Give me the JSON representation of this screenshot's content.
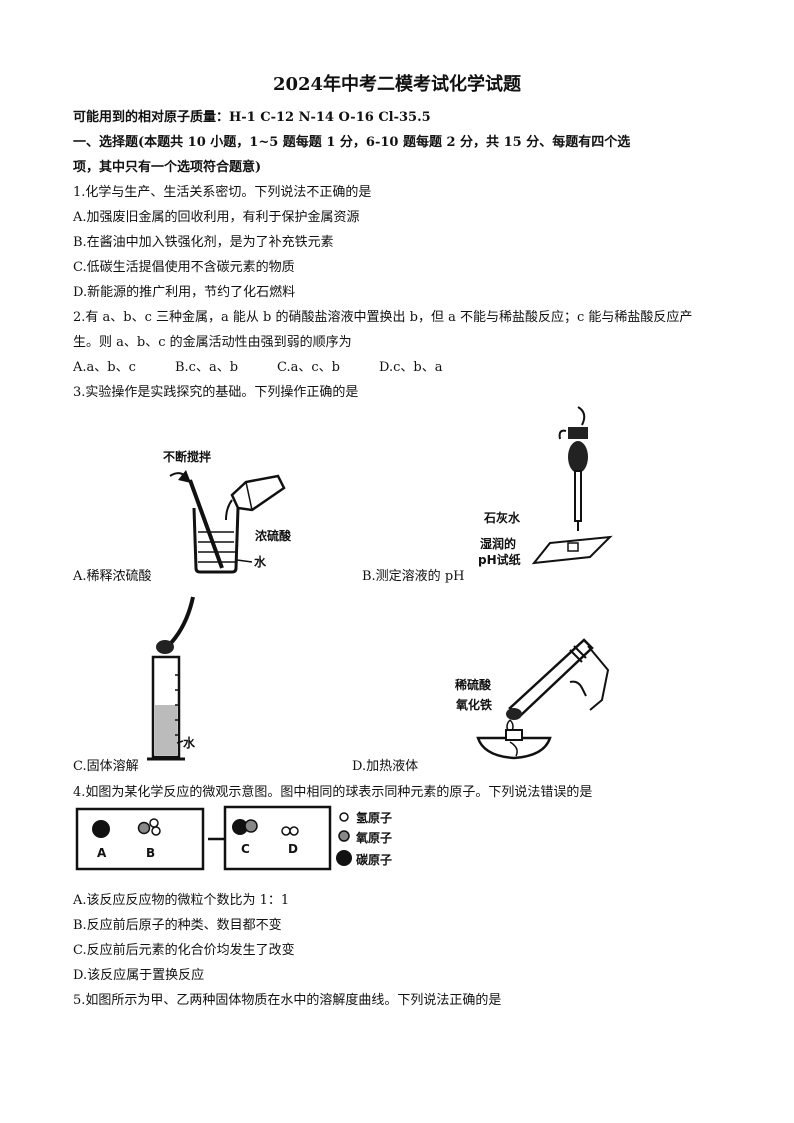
{
  "title": "2024年中考二模考试化学试题",
  "atomic_masses": "可能用到的相对原子质量：H-1    C-12    N-14    O-16    Cl-35.5",
  "section1": {
    "line1": "一、选择题(本题共 10 小题，1~5 题每题 1 分，6-10 题每题 2 分，共 15 分、每题有四个选",
    "line2": "项，其中只有一个选项符合题意)"
  },
  "q1": {
    "stem": "1.化学与生产、生活关系密切。下列说法不正确的是",
    "a": "A.加强废旧金属的回收利用，有利于保护金属资源",
    "b": "B.在酱油中加入铁强化剂，是为了补充铁元素",
    "c": "C.低碳生活提倡使用不含碳元素的物质",
    "d": "D.新能源的推广利用，节约了化石燃料"
  },
  "q2": {
    "stem1": "2.有 a、b、c 三种金属，a 能从 b 的硝酸盐溶液中置换出 b，但 a 不能与稀盐酸反应；c 能与稀盐酸反应产",
    "stem2": "生。则 a、b、c 的金属活动性由强到弱的顺序为",
    "a": "A.a、b、c",
    "b": "B.c、a、b",
    "c": "C.a、c、b",
    "d": "D.c、b、a"
  },
  "q3": {
    "stem": "3.实验操作是实践探究的基础。下列操作正确的是",
    "fig_a": {
      "label_stir": "不断搅拌",
      "label_acid": "浓硫酸",
      "label_water": "水",
      "caption": "A.稀释浓硫酸"
    },
    "fig_b": {
      "label_lime": "石灰水",
      "label_paper1": "湿润的",
      "label_paper2": "pH试纸",
      "caption": "B.测定溶液的 pH"
    },
    "fig_c": {
      "label_water": "水",
      "caption": "C.固体溶解"
    },
    "fig_d": {
      "label_acid": "稀硫酸",
      "label_oxide": "氧化铁",
      "caption": "D.加热液体"
    }
  },
  "q4": {
    "stem": "4.如图为某化学反应的微观示意图。图中相同的球表示同种元素的原子。下列说法错误的是",
    "labels": {
      "a": "A",
      "b": "B",
      "c": "C",
      "d": "D"
    },
    "legend": {
      "h": "氢原子",
      "o": "氧原子",
      "c": "碳原子"
    },
    "a": "A.该反应反应物的微粒个数比为 1：1",
    "b": "B.反应前后原子的种类、数目都不变",
    "c": "C.反应前后元素的化合价均发生了改变",
    "d": "D.该反应属于置换反应"
  },
  "q5": {
    "stem": "5.如图所示为甲、乙两种固体物质在水中的溶解度曲线。下列说法正确的是"
  }
}
